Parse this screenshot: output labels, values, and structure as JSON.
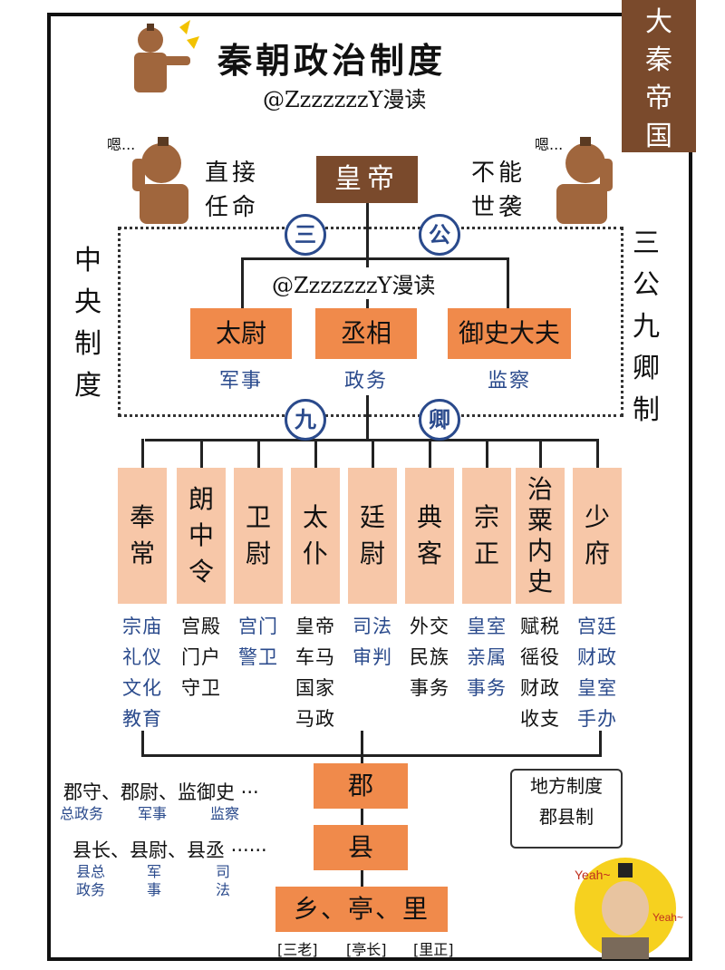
{
  "title": "秦朝政治制度",
  "credit": "@ZzzzzzzY漫读",
  "brand_chars": [
    "大",
    "秦",
    "帝",
    "国"
  ],
  "emperor": "皇帝",
  "left_note": [
    "直接",
    "任命"
  ],
  "right_note": [
    "不能",
    "世袭"
  ],
  "sangong_circles": [
    "三",
    "公"
  ],
  "jiuqing_circles": [
    "九",
    "卿"
  ],
  "left_vertical": [
    "中",
    "央",
    "制",
    "度"
  ],
  "right_vertical": [
    "三",
    "公",
    "九",
    "卿",
    "制"
  ],
  "sangong": [
    {
      "name": "太尉",
      "func": "军事"
    },
    {
      "name": "丞相",
      "func": "政务"
    },
    {
      "name": "御史大夫",
      "func": "监察"
    }
  ],
  "jiuqing": [
    {
      "name": [
        "奉",
        "常"
      ],
      "func": [
        "宗庙",
        "礼仪",
        "文化",
        "教育"
      ]
    },
    {
      "name": [
        "朗",
        "中",
        "令"
      ],
      "func": [
        "宫殿",
        "门户",
        "守卫"
      ]
    },
    {
      "name": [
        "卫",
        "尉"
      ],
      "func": [
        "宫门",
        "警卫"
      ]
    },
    {
      "name": [
        "太",
        "仆"
      ],
      "func": [
        "皇帝",
        "车马",
        "国家",
        "马政"
      ]
    },
    {
      "name": [
        "廷",
        "尉"
      ],
      "func": [
        "司法",
        "审判"
      ]
    },
    {
      "name": [
        "典",
        "客"
      ],
      "func": [
        "外交",
        "民族",
        "事务"
      ]
    },
    {
      "name": [
        "宗",
        "正"
      ],
      "func": [
        "皇室",
        "亲属",
        "事务"
      ]
    },
    {
      "name": [
        "治",
        "粟",
        "内",
        "史"
      ],
      "func": [
        "赋税",
        "徭役",
        "财政",
        "收支"
      ]
    },
    {
      "name": [
        "少",
        "府"
      ],
      "func": [
        "宫廷",
        "财政",
        "皇室",
        "手办"
      ]
    }
  ],
  "jun": "郡",
  "xian": "县",
  "xiang": "乡、亭、里",
  "jun_officials": "郡守、郡尉、监御史 ···",
  "jun_funcs": [
    "总政务",
    "军事",
    "监察"
  ],
  "xian_officials": "县长、县尉、县丞 ······",
  "xian_funcs": [
    [
      "县总",
      "政务"
    ],
    [
      "军",
      "事"
    ],
    [
      "司",
      "法"
    ]
  ],
  "xiang_officials": [
    "[三老]",
    "[亭长]",
    "[里正]"
  ],
  "local_note": [
    "地方制度",
    "郡县制"
  ],
  "terracotta_sound": "嗯...",
  "yeah": "Yeah~"
}
